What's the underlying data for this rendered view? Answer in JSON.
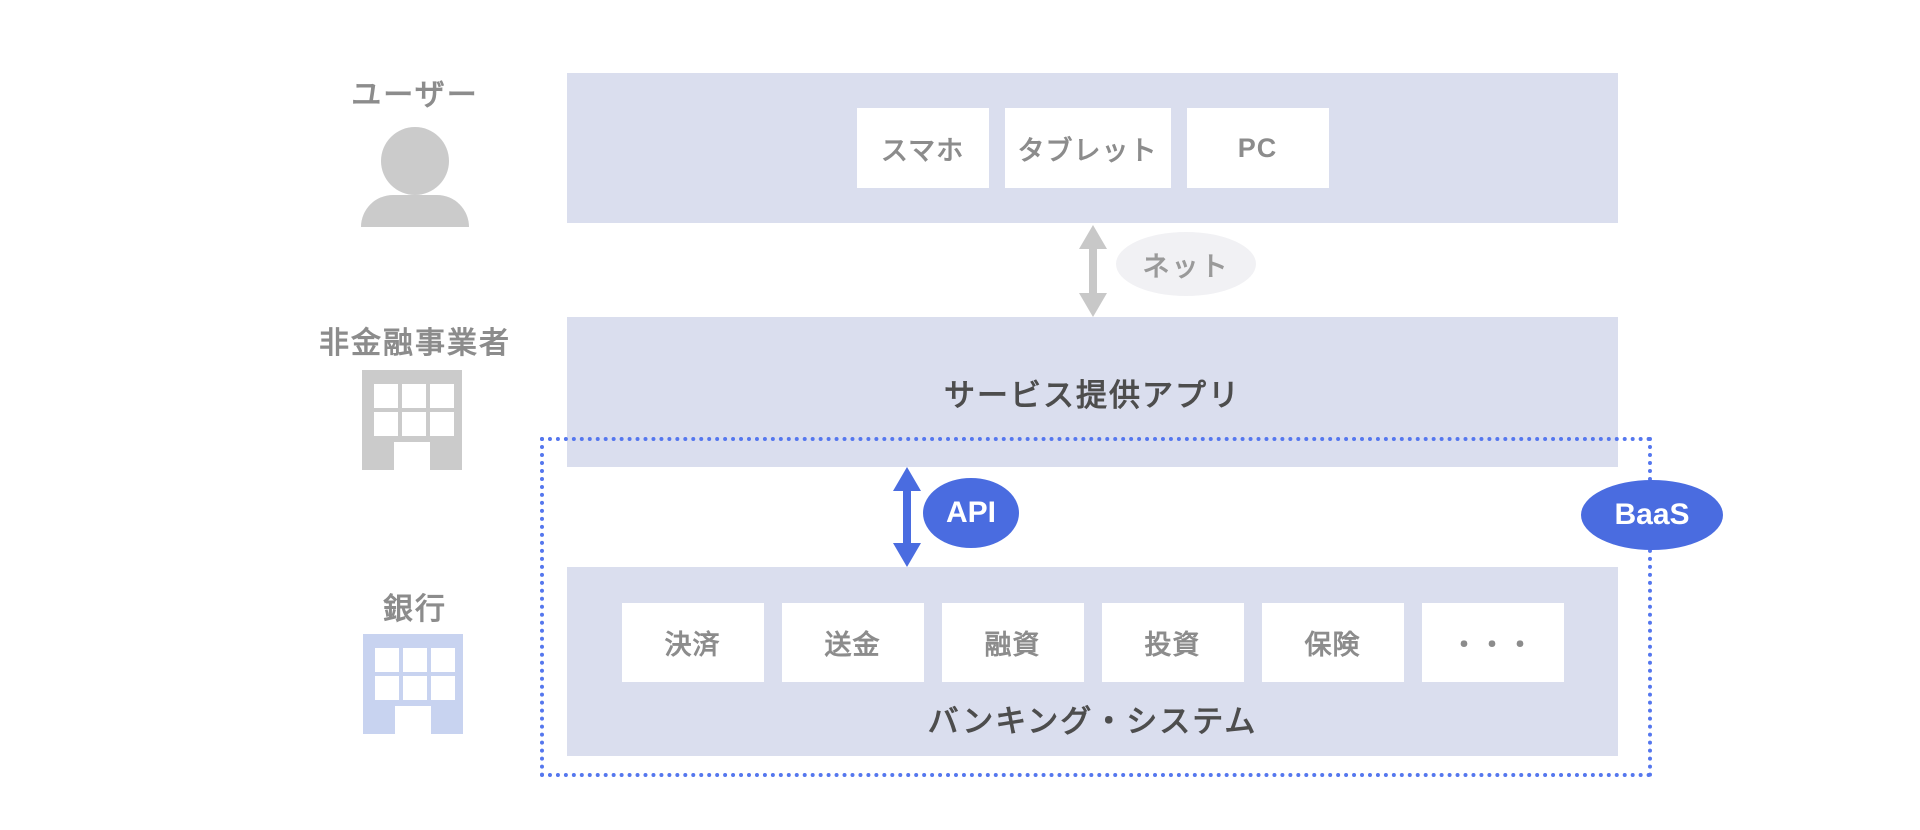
{
  "palette": {
    "band_bg": "#dadeee",
    "box_bg": "#ffffff",
    "accent_blue": "#4a6ce0",
    "dotted_border": "#5577ee",
    "gray_icon": "#cbcbcb",
    "bank_icon_blue": "#c8d3f0",
    "net_badge_bg": "#f1f1f4",
    "label_gray": "#8c8c8c",
    "title_dark": "#4d4d4d"
  },
  "actors": {
    "user": {
      "label": "ユーザー",
      "icon": "person-icon"
    },
    "non_financial": {
      "label": "非金融事業者",
      "icon": "building-icon"
    },
    "bank": {
      "label": "銀行",
      "icon": "building-icon"
    }
  },
  "device_band": {
    "devices": [
      {
        "label": "スマホ"
      },
      {
        "label": "タブレット"
      },
      {
        "label": "PC"
      }
    ]
  },
  "net_connector": {
    "label": "ネット"
  },
  "app_band": {
    "title": "サービス提供アプリ"
  },
  "api_connector": {
    "label": "API"
  },
  "baas_badge": {
    "label": "BaaS"
  },
  "banking_band": {
    "title": "バンキング・システム",
    "services": [
      {
        "label": "決済"
      },
      {
        "label": "送金"
      },
      {
        "label": "融資"
      },
      {
        "label": "投資"
      },
      {
        "label": "保険"
      },
      {
        "label": "・・・"
      }
    ]
  }
}
